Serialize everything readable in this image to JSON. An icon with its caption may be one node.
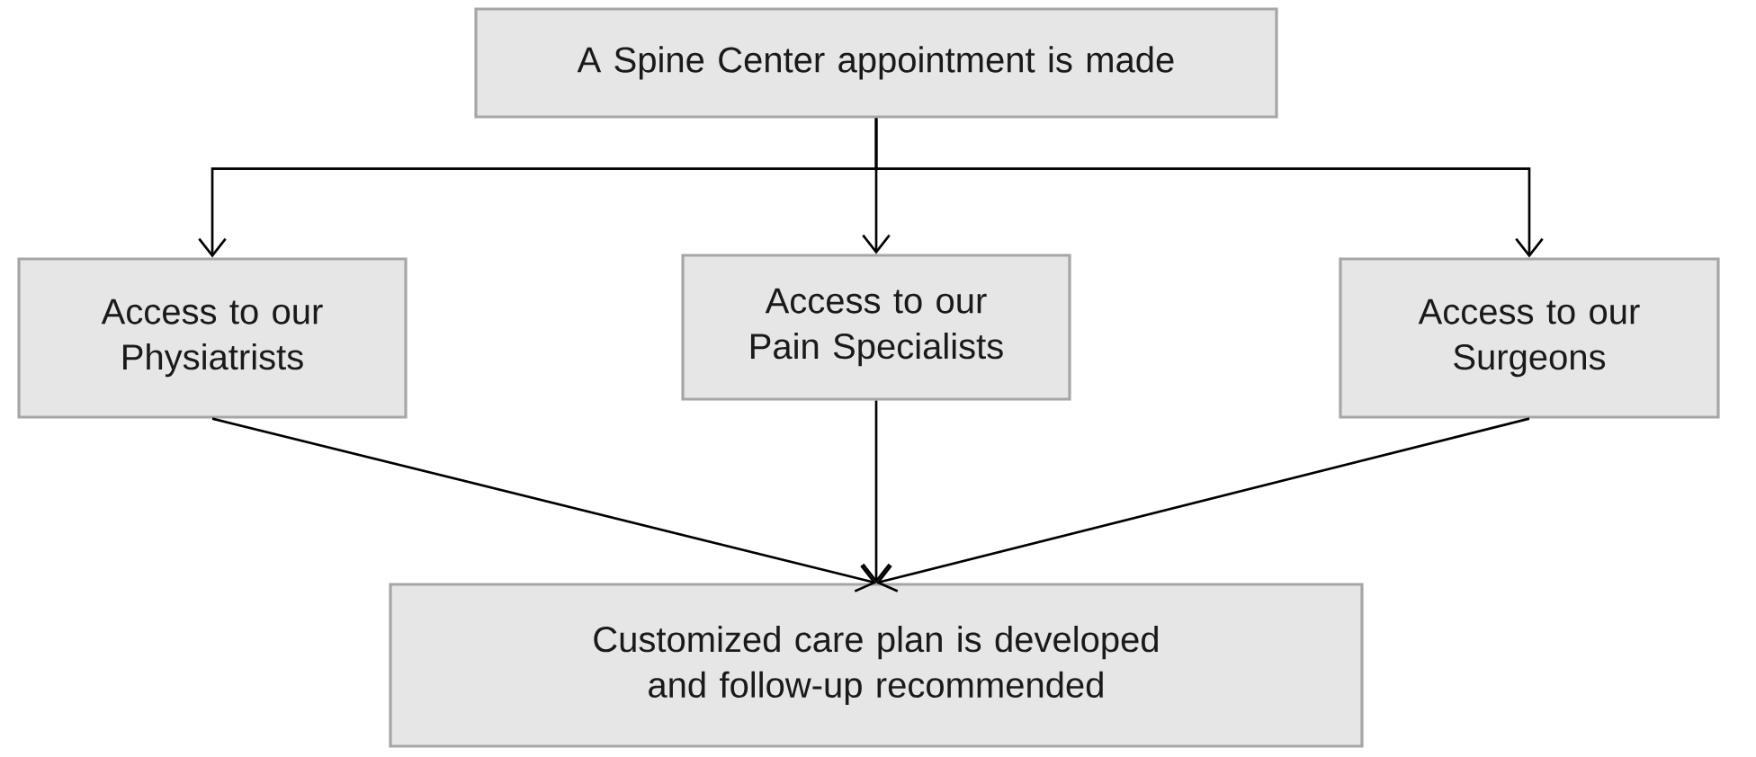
{
  "diagram": {
    "nodes": [
      {
        "text": [
          "A Spine Center appointment is made"
        ]
      },
      {
        "text": [
          "Access to our Physiatrists"
        ]
      },
      {
        "text": [
          "Access to our Pain Specialists"
        ]
      },
      {
        "text": [
          "Access to our Surgeons"
        ]
      },
      {
        "text": [
          "Customized care plan is developed and follow-up recommended"
        ]
      }
    ],
    "edges": [
      {
        "from": 0,
        "to": 1,
        "arrow": "to"
      },
      {
        "from": 0,
        "to": 2,
        "arrow": "to"
      },
      {
        "from": 0,
        "to": 3,
        "arrow": "to"
      },
      {
        "from": 1,
        "to": 4,
        "arrow": "to"
      },
      {
        "from": 2,
        "to": 4,
        "arrow": "to"
      },
      {
        "from": 3,
        "to": 4,
        "arrow": "to"
      }
    ]
  }
}
